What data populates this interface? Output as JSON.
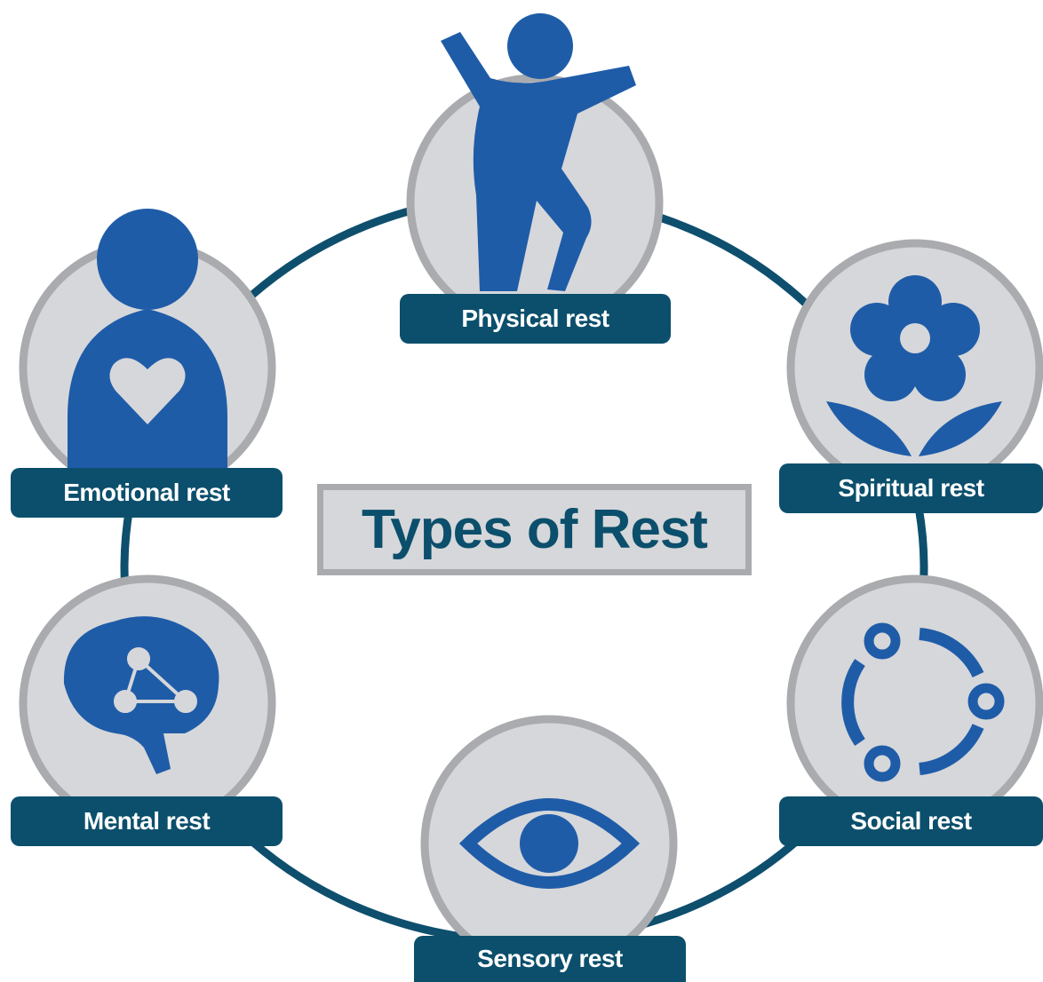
{
  "title": "Types of Rest",
  "colors": {
    "ring": "#0e4f6e",
    "label_background": "#0b4f6c",
    "label_text": "#ffffff",
    "icon": "#1f5ca8",
    "disc_fill": "#d6d7da",
    "disc_border": "#a9abae",
    "title_text": "#0b4f6c"
  },
  "types": [
    {
      "label": "Physical rest",
      "icon": "dancing-person-icon"
    },
    {
      "label": "Spiritual rest",
      "icon": "flower-icon"
    },
    {
      "label": "Social rest",
      "icon": "connected-nodes-icon"
    },
    {
      "label": "Sensory rest",
      "icon": "eye-icon"
    },
    {
      "label": "Mental rest",
      "icon": "brain-icon"
    },
    {
      "label": "Emotional rest",
      "icon": "person-heart-icon"
    }
  ]
}
